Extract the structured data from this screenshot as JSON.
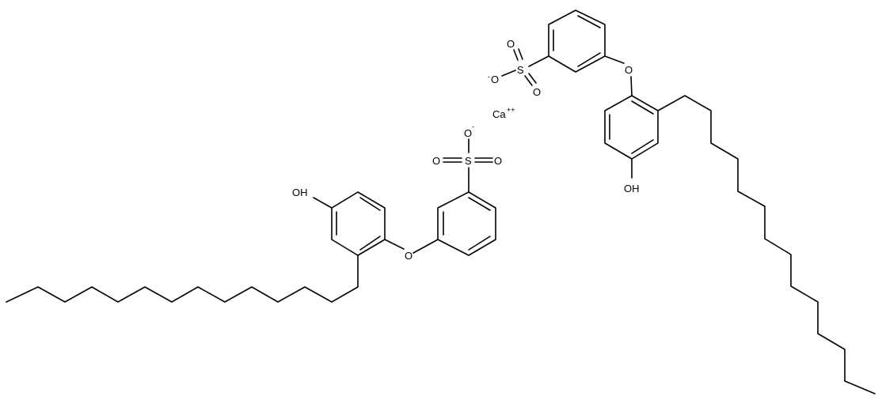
{
  "labels": {
    "calcium": "Ca",
    "calcium_charge": "++",
    "oxygen": "O",
    "sulfur": "S",
    "hydroxyl": "OH",
    "negative_charge": "-"
  }
}
